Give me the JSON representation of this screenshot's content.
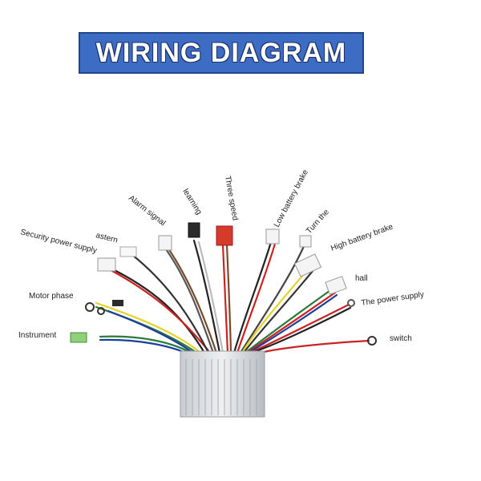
{
  "header": {
    "title": "WIRING DIAGRAM"
  },
  "colors": {
    "title_bg": "#3c6cc4",
    "title_text": "#ffffff"
  },
  "labels": {
    "security_power_supply": "Security power supply",
    "astern": "astern",
    "alarm_signal": "Alarm signal",
    "learning": "learning",
    "three_speed": "Three speed",
    "low_battery_brake": "Low battery brake",
    "turn_the": "Turn the",
    "high_battery_brake": "High battery brake",
    "hall": "hall",
    "the_power_supply": "The power supply",
    "switch": "switch",
    "motor_phase": "Motor phase",
    "instrument": "Instrument"
  }
}
